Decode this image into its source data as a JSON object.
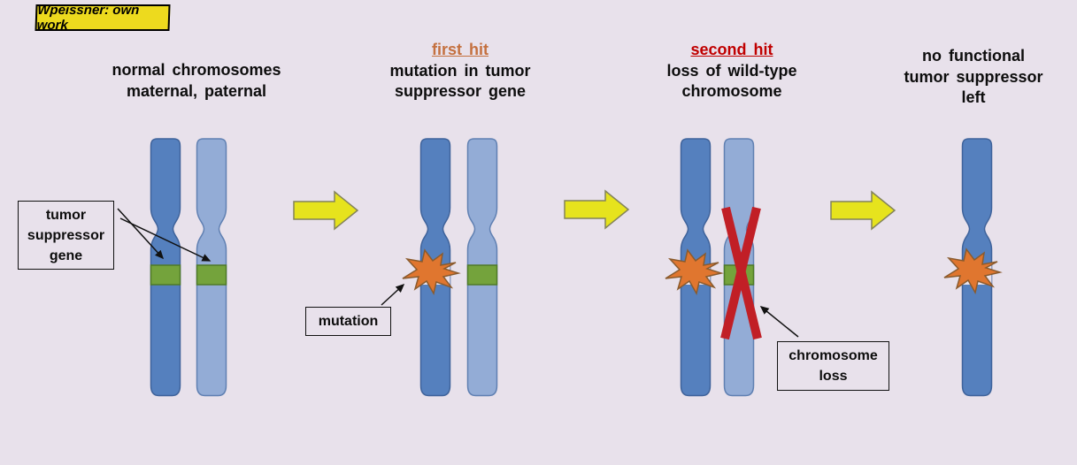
{
  "watermark": {
    "text": "Wpeissner: own work",
    "bg": "#EDDA1E"
  },
  "background": "#E8E1EB",
  "colors": {
    "chromosome_dark": "#5580BE",
    "chromosome_light": "#93ACD6",
    "gene_band_green": "#74A33C",
    "mutation_star_orange": "#E0762F",
    "transition_arrow_yellow": "#E6E31D",
    "cross_red": "#C11F26",
    "first_hit_text": "#C4703F",
    "second_hit_text": "#C00000"
  },
  "panels": [
    {
      "title_lines": [
        "normal chromosomes",
        "maternal, paternal"
      ]
    },
    {
      "hit_label": "first hit",
      "title_lines": [
        "mutation in tumor",
        "suppressor gene"
      ]
    },
    {
      "hit_label": "second hit",
      "title_lines": [
        "loss of wild-type",
        "chromosome"
      ]
    },
    {
      "title_lines": [
        "no functional",
        "tumor suppressor",
        "left"
      ]
    }
  ],
  "labels": {
    "gene_box_lines": [
      "tumor",
      "suppressor",
      "gene"
    ],
    "mutation": "mutation",
    "loss_lines": [
      "chromosome",
      "loss"
    ]
  }
}
